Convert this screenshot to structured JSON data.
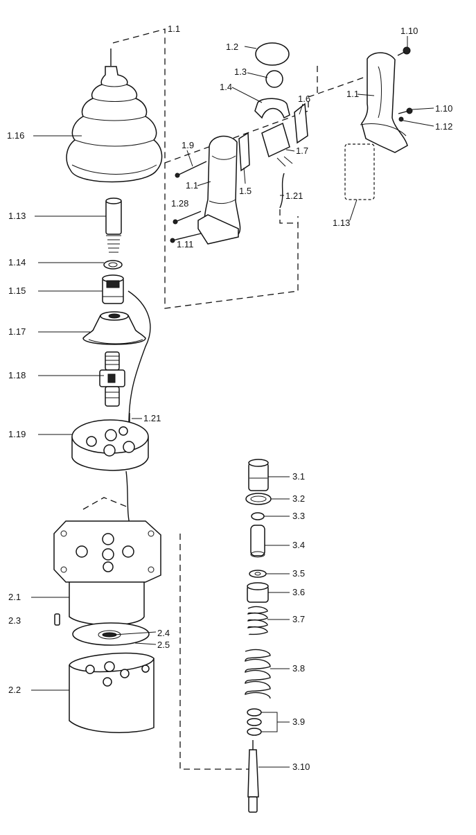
{
  "diagram": {
    "labels": {
      "l_1_1_top": "1.1",
      "l_1_2": "1.2",
      "l_1_3": "1.3",
      "l_1_4": "1.4",
      "l_1_6": "1.6",
      "l_1_7": "1.7",
      "l_1_9": "1.9",
      "l_1_1_mid": "1.1",
      "l_1_5": "1.5",
      "l_1_21_top": "1.21",
      "l_1_28": "1.28",
      "l_1_11": "1.11",
      "l_1_10_top": "1.10",
      "l_1_1_right": "1.1",
      "l_1_10_mid": "1.10",
      "l_1_12": "1.12",
      "l_1_13_right": "1.13",
      "l_1_16": "1.16",
      "l_1_13": "1.13",
      "l_1_14": "1.14",
      "l_1_15": "1.15",
      "l_1_17": "1.17",
      "l_1_18": "1.18",
      "l_1_21_mid": "1.21",
      "l_1_19": "1.19",
      "l_2_1": "2.1",
      "l_2_3": "2.3",
      "l_2_4": "2.4",
      "l_2_5": "2.5",
      "l_2_2": "2.2",
      "l_3_1": "3.1",
      "l_3_2": "3.2",
      "l_3_3": "3.3",
      "l_3_4": "3.4",
      "l_3_5": "3.5",
      "l_3_6": "3.6",
      "l_3_7": "3.7",
      "l_3_8": "3.8",
      "l_3_9": "3.9",
      "l_3_10": "3.10"
    }
  }
}
